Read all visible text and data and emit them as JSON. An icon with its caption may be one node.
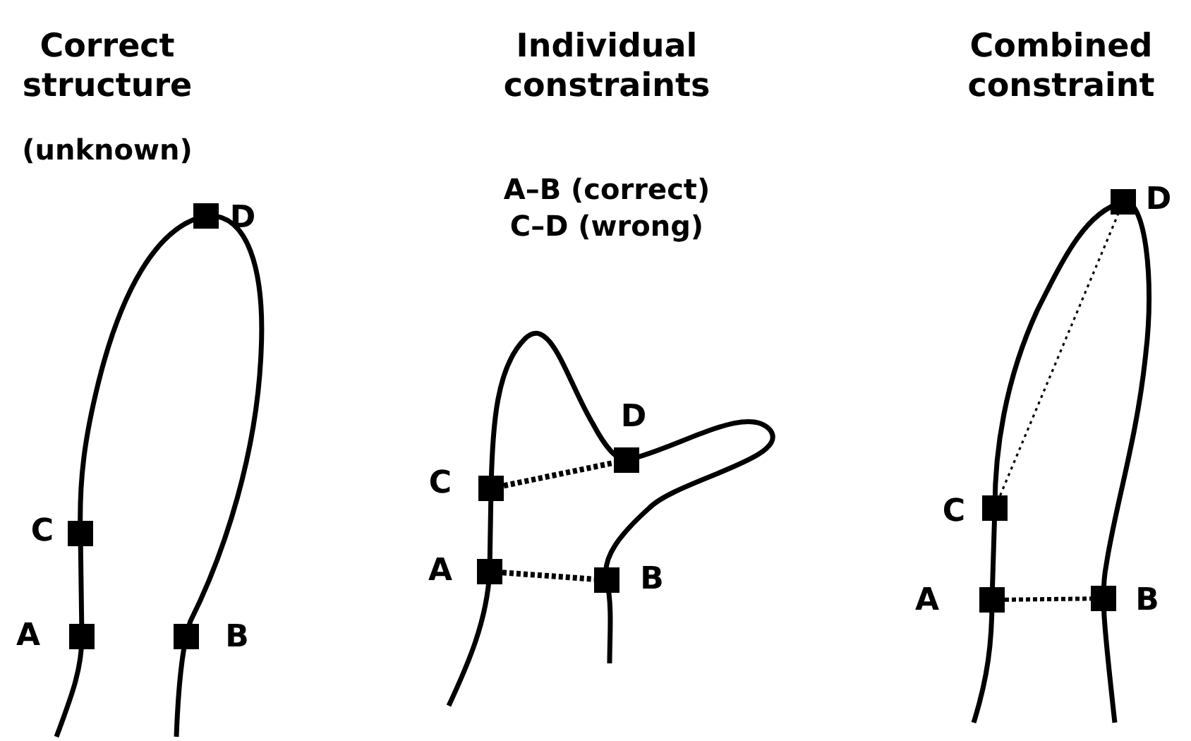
{
  "diagram": {
    "nodes": [
      {
        "text": [],
        "shape": "box",
        "beside": [
          "D"
        ]
      },
      {
        "text": [],
        "shape": "box",
        "beside": [
          "C"
        ]
      },
      {
        "text": [],
        "shape": "box",
        "beside": [
          "A"
        ]
      },
      {
        "text": [],
        "shape": "box",
        "beside": [
          "B"
        ]
      },
      {
        "text": [],
        "shape": "box",
        "beside": [
          "D"
        ]
      },
      {
        "text": [],
        "shape": "box",
        "beside": [
          "C"
        ]
      },
      {
        "text": [],
        "shape": "box",
        "beside": [
          "A"
        ]
      },
      {
        "text": [],
        "shape": "box",
        "beside": [
          "B"
        ]
      },
      {
        "text": [],
        "shape": "box",
        "beside": [
          "D"
        ]
      },
      {
        "text": [],
        "shape": "box",
        "beside": [
          "C"
        ]
      },
      {
        "text": [],
        "shape": "box",
        "beside": [
          "A"
        ]
      },
      {
        "text": [],
        "shape": "box",
        "beside": [
          "B"
        ]
      }
    ],
    "edges": [
      {
        "from": 5,
        "to": 4,
        "arrow": "none",
        "style": "dashed"
      },
      {
        "from": 6,
        "to": 7,
        "arrow": "none",
        "style": "dashed"
      },
      {
        "from": 10,
        "to": 11,
        "arrow": "none",
        "style": "dashed"
      },
      {
        "from": 9,
        "to": 8,
        "arrow": "none",
        "style": "dashed"
      }
    ],
    "labels": [
      "Correct structure",
      "(unknown)",
      "Individual constraints",
      "A–B (correct)",
      "C–D (wrong)",
      "Combined constraint"
    ]
  }
}
